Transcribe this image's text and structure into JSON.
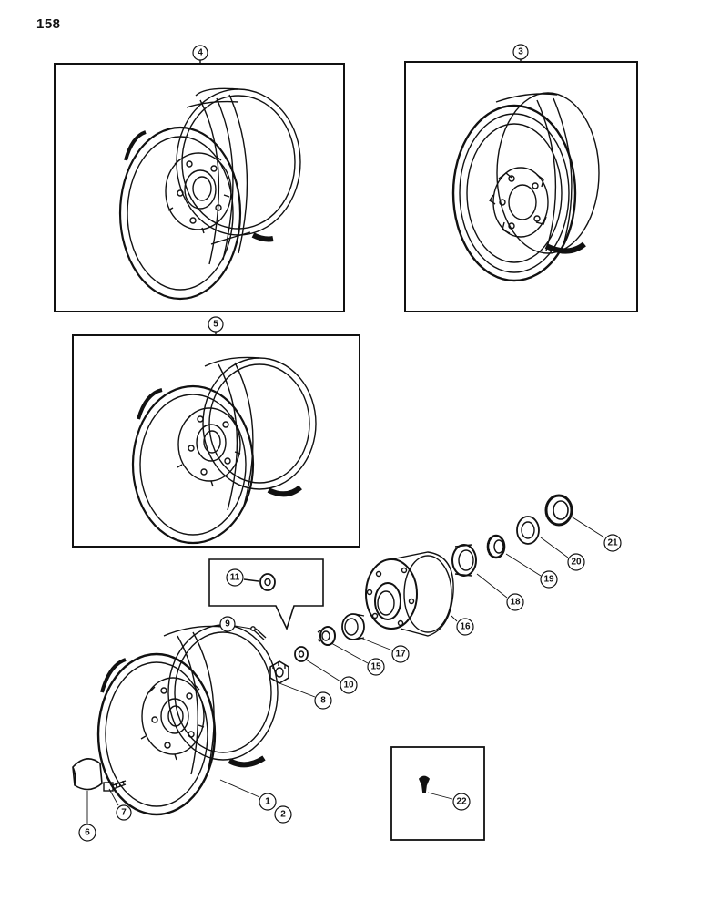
{
  "page": {
    "number": "158",
    "footer_code": ""
  },
  "callouts": {
    "c1": "1",
    "c2": "2",
    "c3": "3",
    "c4": "4",
    "c5": "5",
    "c6": "6",
    "c7": "7",
    "c8": "8",
    "c9": "9",
    "c10": "10",
    "c11": "11",
    "c15": "15",
    "c16": "16",
    "c17": "17",
    "c18": "18",
    "c19": "19",
    "c20": "20",
    "c21": "21",
    "c22": "22"
  },
  "parts": {
    "rim_style_4": "wheel-rim-deep",
    "rim_style_3": "wheel-rim-narrow",
    "rim_style_5": "wheel-rim-deep-alt",
    "main_wheel": "wheel-rim-assembly",
    "hub": "hub",
    "hub_cap": "hub-cap",
    "valve_stem": "valve-stem"
  }
}
